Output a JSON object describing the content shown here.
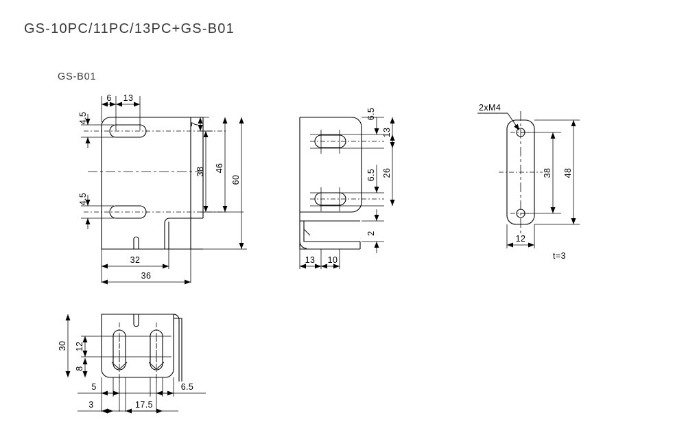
{
  "document": {
    "title": "GS-10PC/11PC/13PC+GS-B01",
    "part_label": "GS-B01",
    "thickness_note": "t=3",
    "thread_note": "2xM4",
    "line_color": "#000000",
    "background_color": "#ffffff",
    "title_color": "#3a3a3a"
  },
  "views": {
    "front": {
      "name": "front-view",
      "dimensions": {
        "slot_offset_x": "6",
        "slot_length": "13",
        "slot_width_top": "4.5",
        "slot_width_bottom": "4.5",
        "top_edge_to_slot": "7",
        "slot_to_slot": "38",
        "arm_height": "46",
        "overall_height": "60",
        "plate_width": "32",
        "overall_width": "36"
      }
    },
    "side": {
      "name": "side-view",
      "dimensions": {
        "top_to_slot": "6.5",
        "top_to_slot2": "13",
        "slot_to_bend": "6.5",
        "slot_span": "26",
        "flange_thickness": "2",
        "plate_depth": "13",
        "flange_depth": "10"
      }
    },
    "bracket": {
      "name": "bracket-plate-view",
      "dimensions": {
        "hole_spacing": "38",
        "plate_length": "48",
        "plate_width": "12"
      },
      "thread_callout": "2xM4",
      "thickness": "t=3"
    },
    "bottom": {
      "name": "bottom-view",
      "dimensions": {
        "overall_height": "30",
        "inner_upper": "12",
        "inner_lower": "8",
        "left_offset": "5",
        "right_offset": "6.5",
        "edge_offset": "3",
        "slot_spacing": "17.5"
      }
    }
  }
}
